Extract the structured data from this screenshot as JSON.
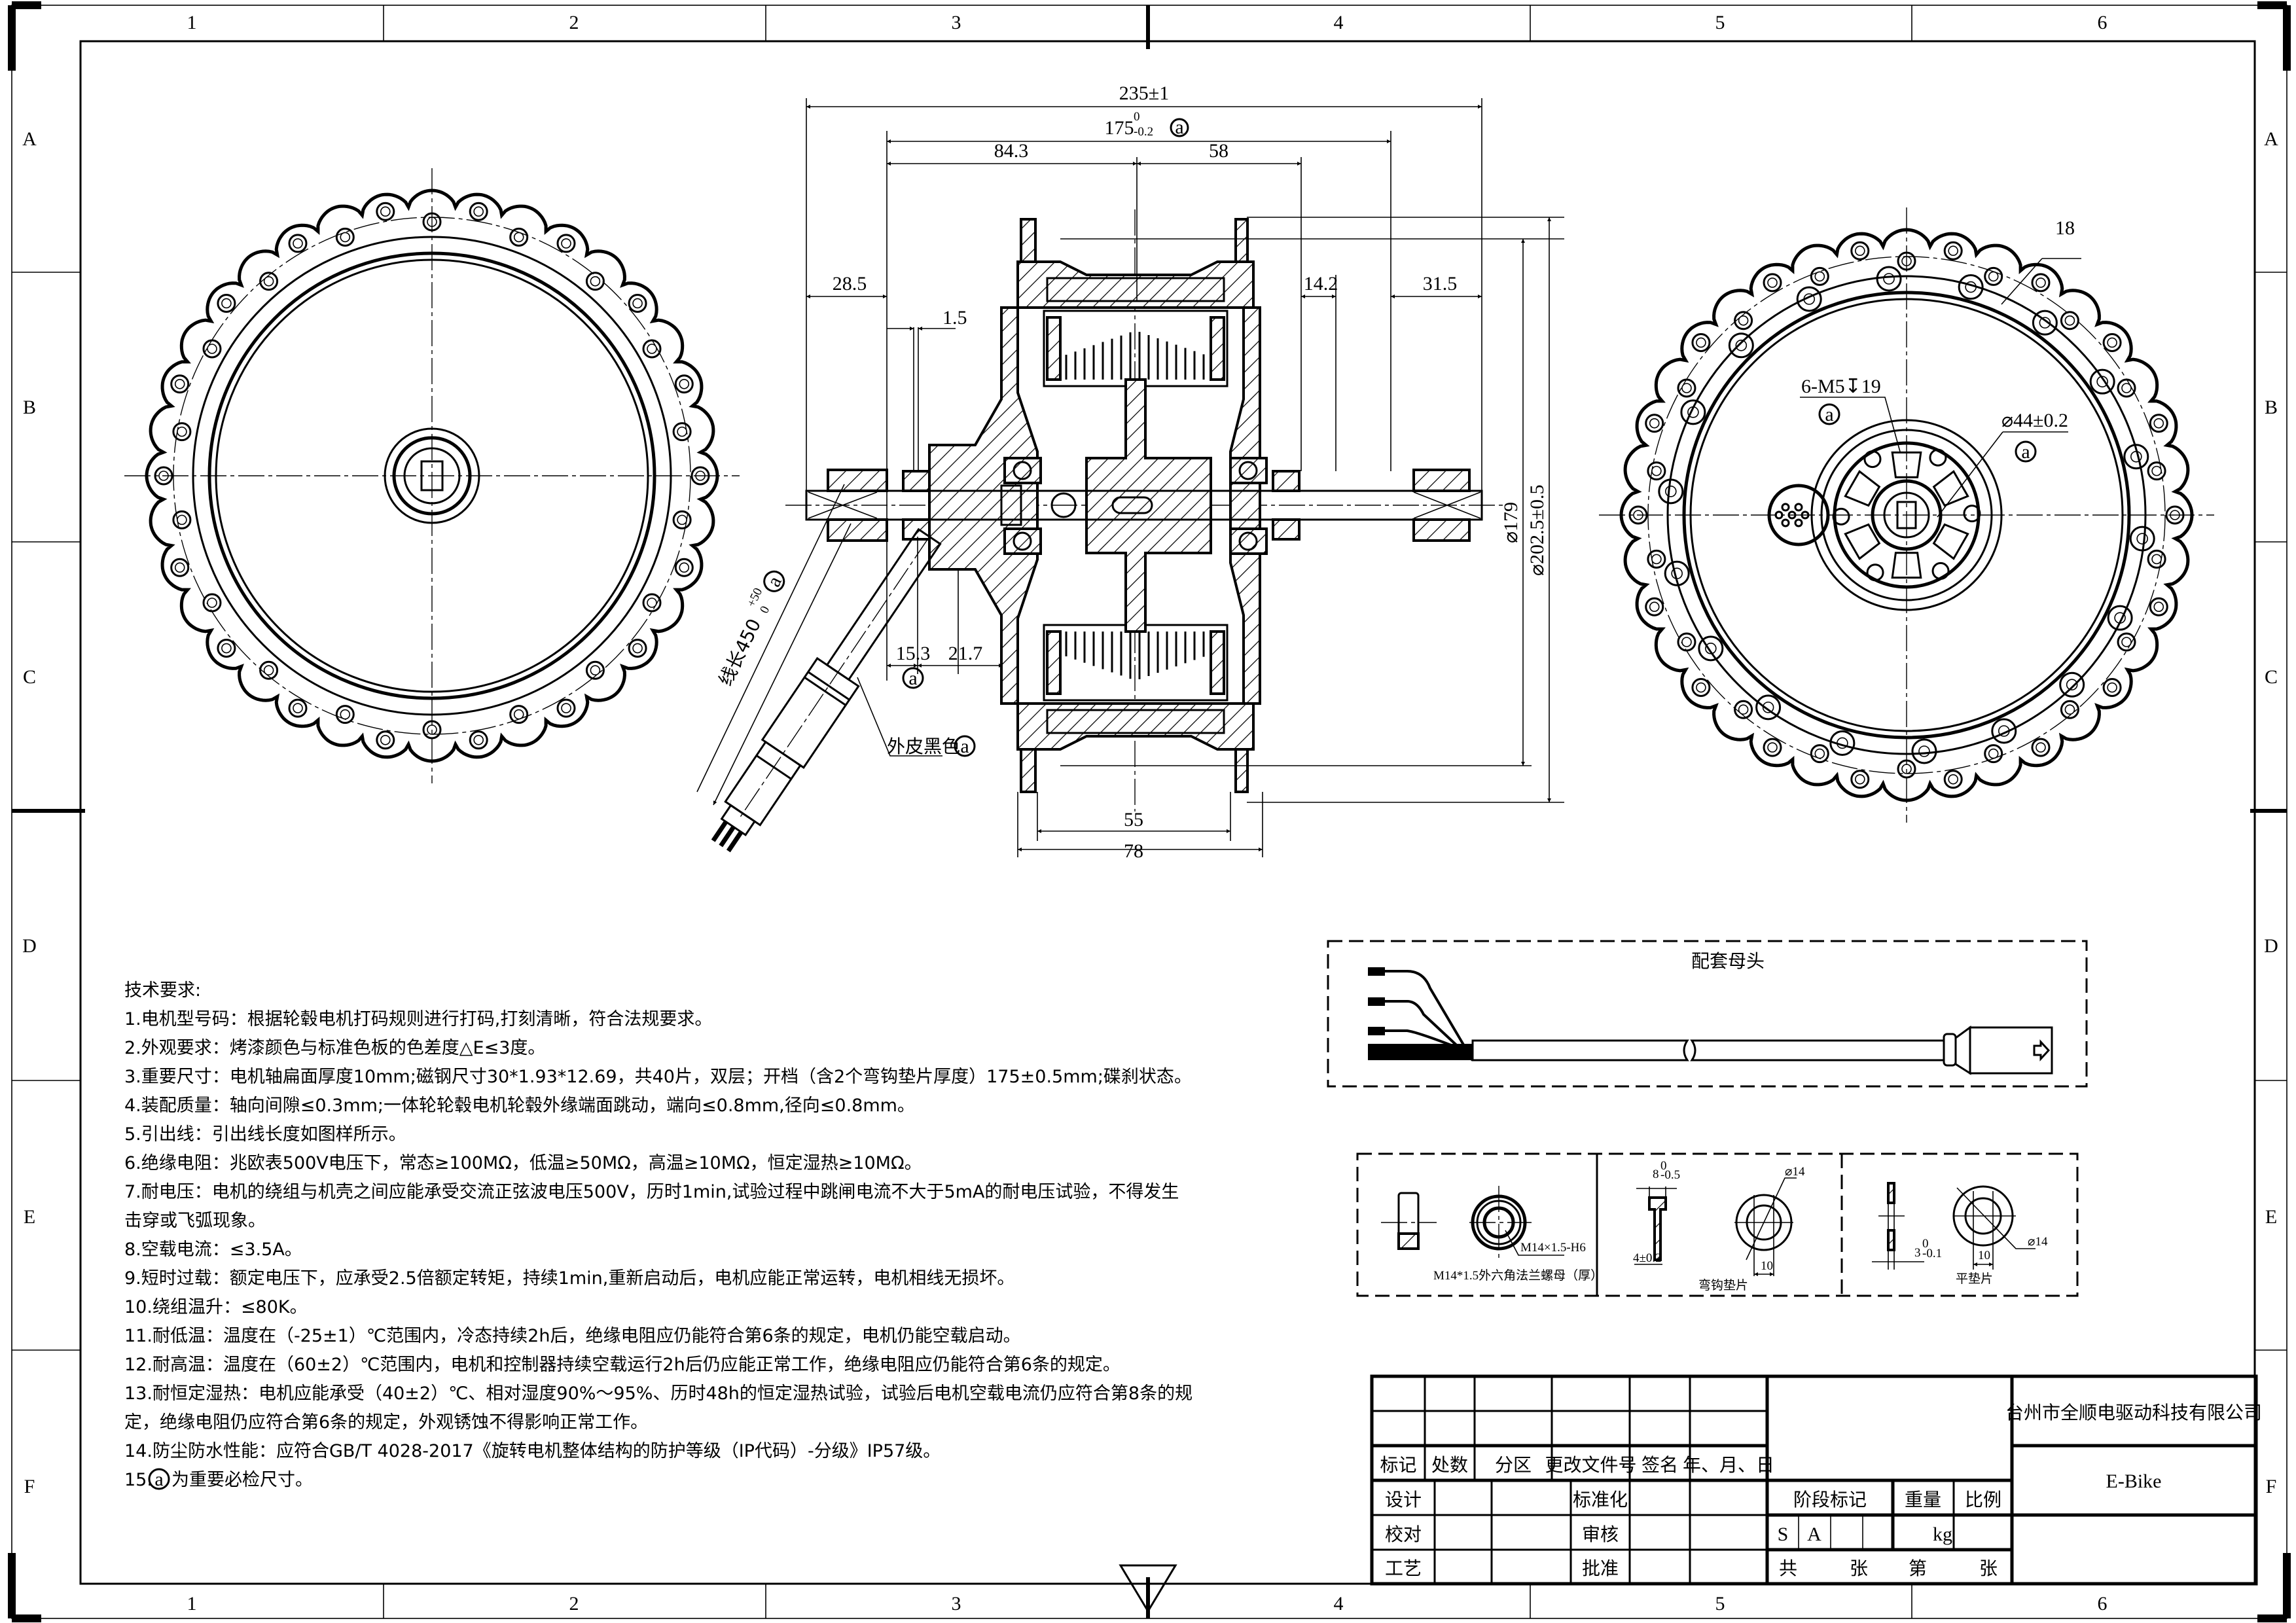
{
  "zones": {
    "columns": [
      "1",
      "2",
      "3",
      "4",
      "5",
      "6"
    ],
    "rows": [
      "A",
      "B",
      "C",
      "D",
      "E",
      "F"
    ]
  },
  "critical_mark": "a",
  "section_view": {
    "overall_length": "235±1",
    "dropout_width": {
      "nominal": "175",
      "upper": "0",
      "lower": "-0.2"
    },
    "dim_84_3": "84.3",
    "dim_58": "58",
    "dim_28_5": "28.5",
    "dim_14_2": "14.2",
    "dim_31_5": "31.5",
    "dim_1_5": "1.5",
    "dim_15_3": "15.3",
    "dim_21_7": "21.7",
    "dim_55": "55",
    "dim_78": "78",
    "dia_179": "⌀179",
    "dia_202_5": "⌀202.5±0.5",
    "cable_length": {
      "label": "线长450",
      "upper": "+50",
      "lower": "0"
    },
    "cable_jacket_note": "外皮黑色"
  },
  "side_view": {
    "balloon_18": "18",
    "threaded_holes": "6-M5↧19",
    "hub_diameter": "⌀44±0.2"
  },
  "mating_connector": {
    "title": "配套母头"
  },
  "parts": {
    "nut_thread": "M14×1.5-H6",
    "nut_caption": "M14*1.5外六角法兰螺母（厚）",
    "hook_washer_thickness": {
      "nominal": "8",
      "upper": "0",
      "lower": "-0.5"
    },
    "hook_washer_dia": "⌀14",
    "hook_washer_tol": "4±0.2",
    "hook_washer_width": "10",
    "hook_washer_caption": "弯钩垫片",
    "flat_washer_thickness": {
      "nominal": "3",
      "upper": "0",
      "lower": "-0.1"
    },
    "flat_washer_width": "10",
    "flat_washer_dia": "⌀14",
    "flat_washer_caption": "平垫片"
  },
  "tech_requirements": {
    "title": "技术要求:",
    "lines": [
      "1.电机型号码：根据轮毂电机打码规则进行打码,打刻清晰，符合法规要求。",
      "2.外观要求：烤漆颜色与标准色板的色差度△E≤3度。",
      "3.重要尺寸：电机轴扁面厚度10mm;磁钢尺寸30*1.93*12.69，共40片，双层；开档（含2个弯钩垫片厚度）175±0.5mm;碟刹状态。",
      "4.装配质量：轴向间隙≤0.3mm;一体轮轮毂电机轮毂外缘端面跳动，端向≤0.8mm,径向≤0.8mm。",
      "5.引出线：引出线长度如图样所示。",
      "6.绝缘电阻：兆欧表500V电压下，常态≥100MΩ，低温≥50MΩ，高温≥10MΩ，恒定湿热≥10MΩ。",
      "7.耐电压：电机的绕组与机壳之间应能承受交流正弦波电压500V，历时1min,试验过程中跳闸电流不大于5mA的耐电压试验，不得发生",
      "击穿或飞弧现象。",
      "8.空载电流：≤3.5A。",
      "9.短时过载：额定电压下，应承受2.5倍额定转矩，持续1min,重新启动后，电机应能正常运转，电机相线无损坏。",
      "10.绕组温升：≤80K。",
      "11.耐低温：温度在（-25±1）℃范围内，冷态持续2h后，绝缘电阻应仍能符合第6条的规定，电机仍能空载启动。",
      "12.耐高温：温度在（60±2）℃范围内，电机和控制器持续空载运行2h后仍应能正常工作，绝缘电阻应仍能符合第6条的规定。",
      "13.耐恒定湿热：电机应能承受（40±2）℃、相对湿度90%～95%、历时48h的恒定湿热试验，试验后电机空载电流仍应符合第8条的规",
      "定，绝缘电阻仍应符合第6条的规定，外观锈蚀不得影响正常工作。",
      "14.防尘防水性能：应符合GB/T 4028-2017《旋转电机整体结构的防护等级（IP代码）-分级》IP57级。",
      "15.",
      "为重要必检尺寸。"
    ]
  },
  "title_block": {
    "company": "台州市全顺电驱动科技有限公司",
    "drawing_name": "E-Bike",
    "revision_headers": [
      "标记",
      "处数",
      "分区",
      "更改文件号",
      "签名",
      "年、月、日"
    ],
    "design": "设计",
    "check": "校对",
    "process": "工艺",
    "standardization": "标准化",
    "review": "审核",
    "approve": "批准",
    "stage_mark": "阶段标记",
    "weight": "重量",
    "scale": "比例",
    "stage_s": "S",
    "stage_a": "A",
    "weight_unit": "kg",
    "sheets_total": "共",
    "sheets_unit1": "张",
    "sheet_no": "第",
    "sheets_unit2": "张"
  }
}
